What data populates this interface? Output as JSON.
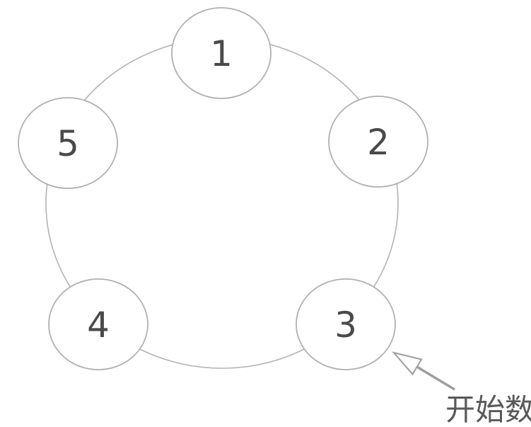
{
  "diagram": {
    "type": "circular-counting-ring",
    "nodes": [
      {
        "label": "1"
      },
      {
        "label": "2"
      },
      {
        "label": "3"
      },
      {
        "label": "4"
      },
      {
        "label": "5"
      }
    ],
    "node_order": "clockwise",
    "annotation": {
      "label": "开始数",
      "points_to_node": "3"
    },
    "colors": {
      "background": "#ffffff",
      "ring_stroke": "#b3b3b3",
      "node_stroke": "#b0b0b0",
      "node_fill": "#ffffff",
      "number": "#4a4a4a",
      "arrow": "#9e9e9e",
      "arrow_head_fill": "#ffffff",
      "annotation_text": "#595959"
    }
  }
}
